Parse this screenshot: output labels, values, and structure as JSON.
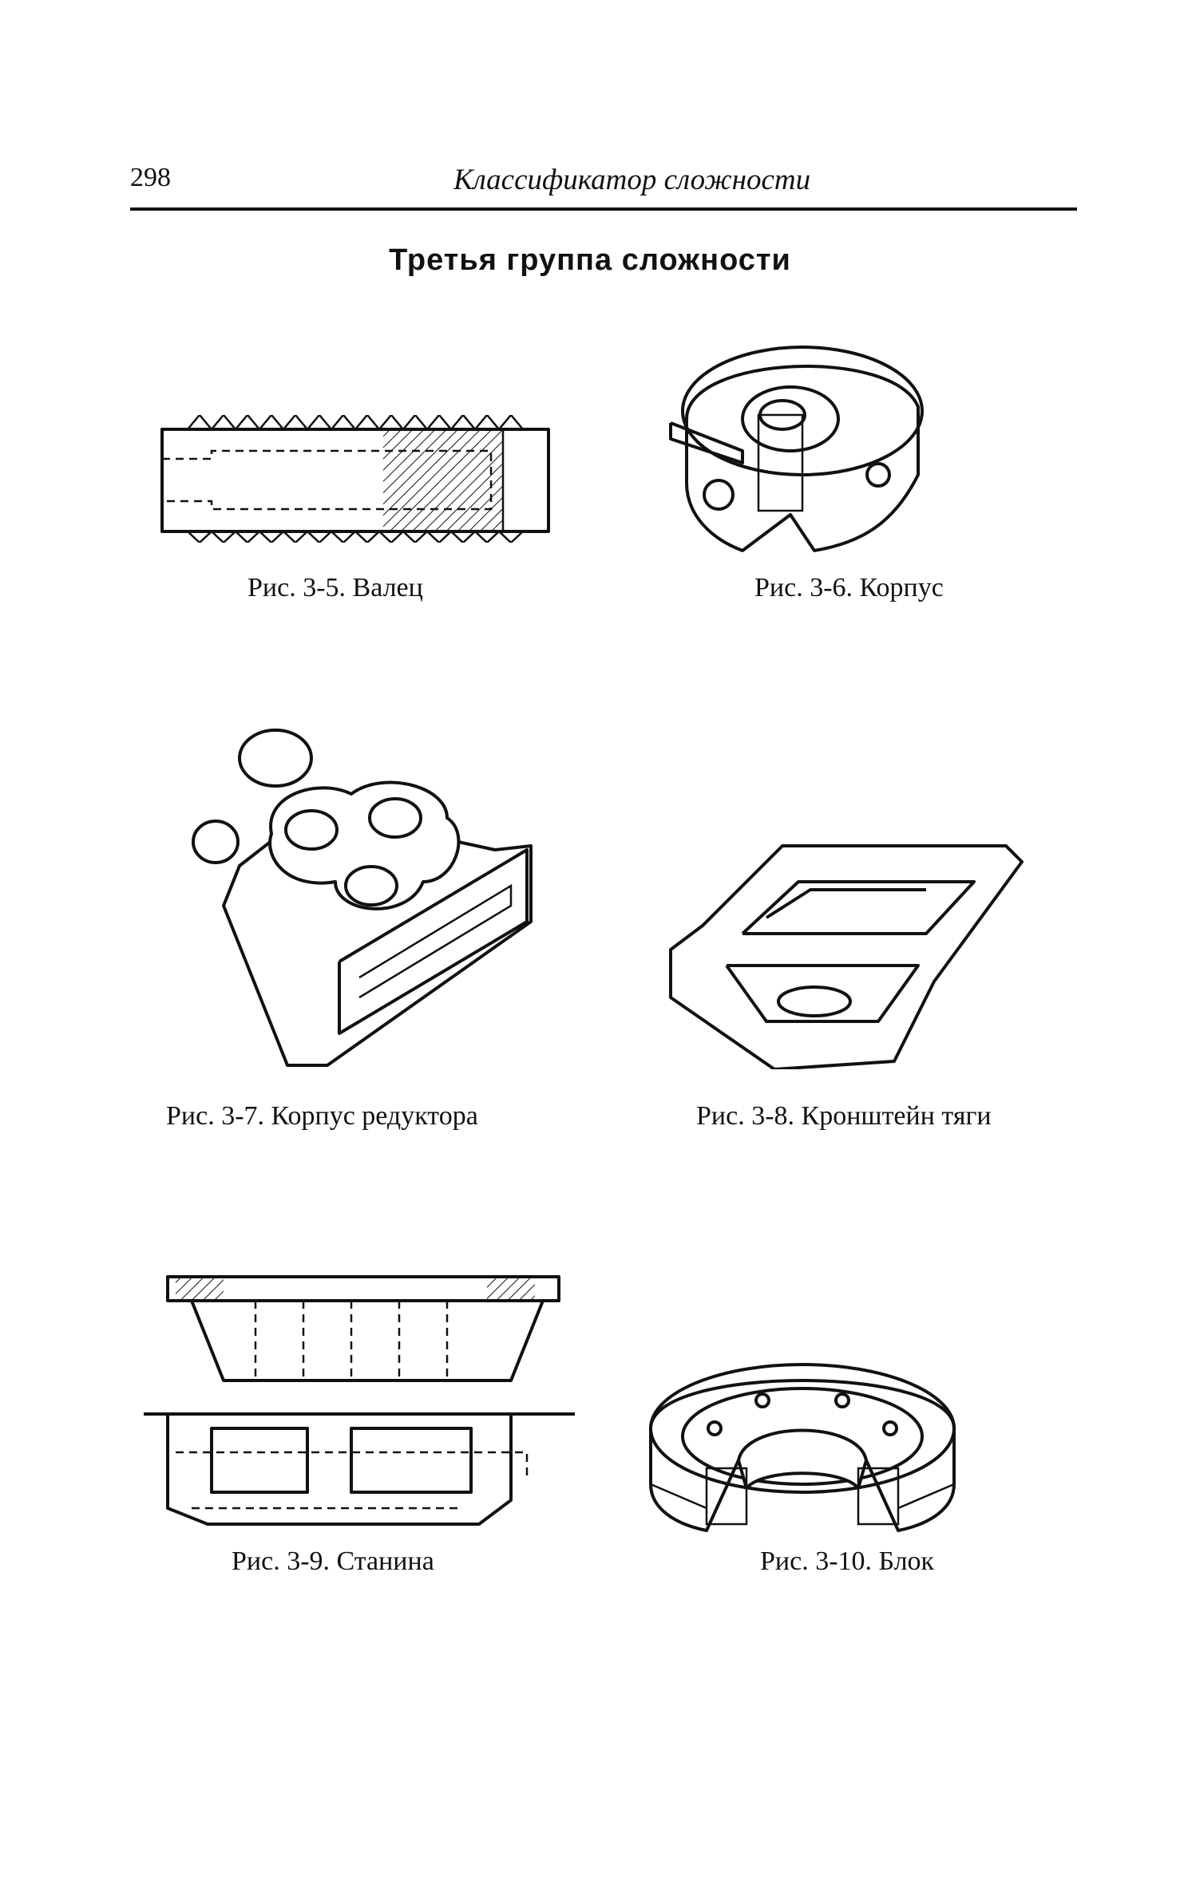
{
  "header": {
    "page_number": "298",
    "running_title": "Классификатор сложности"
  },
  "section_title": "Третья группа сложности",
  "figures": {
    "fig_3_5": {
      "caption": "Рис. 3-5. Валец"
    },
    "fig_3_6": {
      "caption": "Рис. 3-6. Корпус"
    },
    "fig_3_7": {
      "caption": "Рис. 3-7. Корпус редуктора"
    },
    "fig_3_8": {
      "caption": "Рис. 3-8. Кронштейн тяги"
    },
    "fig_3_9": {
      "caption": "Рис. 3-9. Станина"
    },
    "fig_3_10": {
      "caption": "Рис. 3-10. Блок"
    }
  }
}
